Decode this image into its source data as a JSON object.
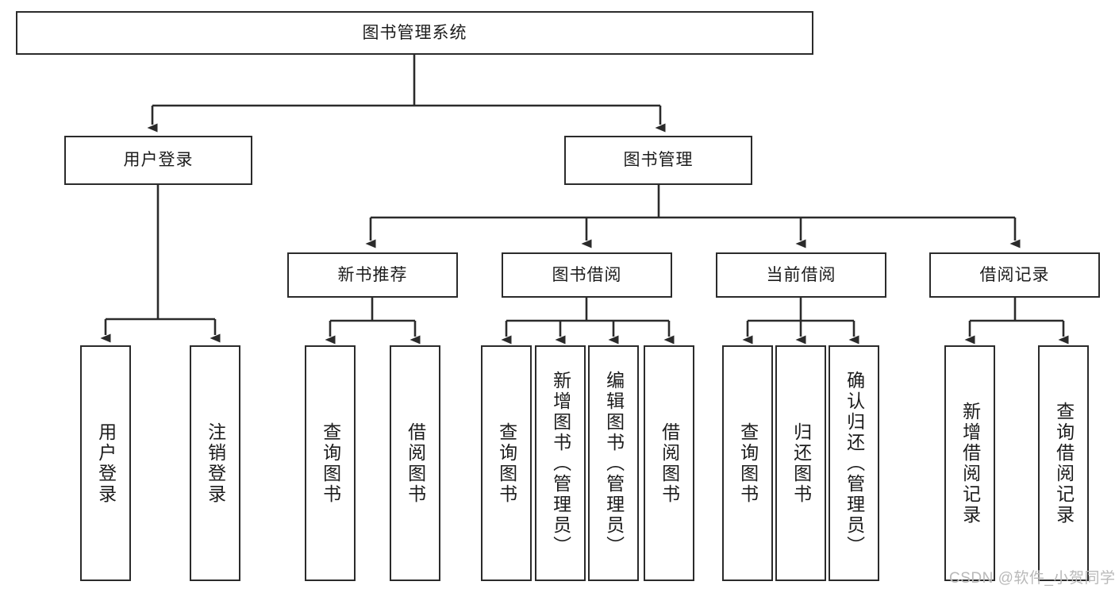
{
  "diagram": {
    "type": "tree-hierarchy",
    "title": "图书管理系统",
    "orientation": "top-down",
    "line_color": "#2b2b2b",
    "box_fill": "#ffffff",
    "text_color": "#1c1c1c",
    "levels": 4
  },
  "root": {
    "label": "图书管理系统"
  },
  "level2": [
    {
      "label": "用户登录"
    },
    {
      "label": "图书管理"
    }
  ],
  "level3": [
    {
      "label": "新书推荐"
    },
    {
      "label": "图书借阅"
    },
    {
      "label": "当前借阅"
    },
    {
      "label": "借阅记录"
    }
  ],
  "leaves": {
    "user_login": [
      {
        "label": "用户登录"
      },
      {
        "label": "注销登录"
      }
    ],
    "new_book": [
      {
        "label": "查询图书"
      },
      {
        "label": "借阅图书"
      }
    ],
    "book_borrow": [
      {
        "label": "查询图书"
      },
      {
        "label": "新增图书（管理员）"
      },
      {
        "label": "编辑图书（管理员）"
      },
      {
        "label": "借阅图书"
      }
    ],
    "current_borrow": [
      {
        "label": "查询图书"
      },
      {
        "label": "归还图书"
      },
      {
        "label": "确认归还（管理员）"
      }
    ],
    "borrow_record": [
      {
        "label": "新增借阅记录"
      },
      {
        "label": "查询借阅记录"
      }
    ]
  },
  "watermark": {
    "text": "CSDN @软件_小贺同学",
    "color": "#b9b9b9"
  }
}
